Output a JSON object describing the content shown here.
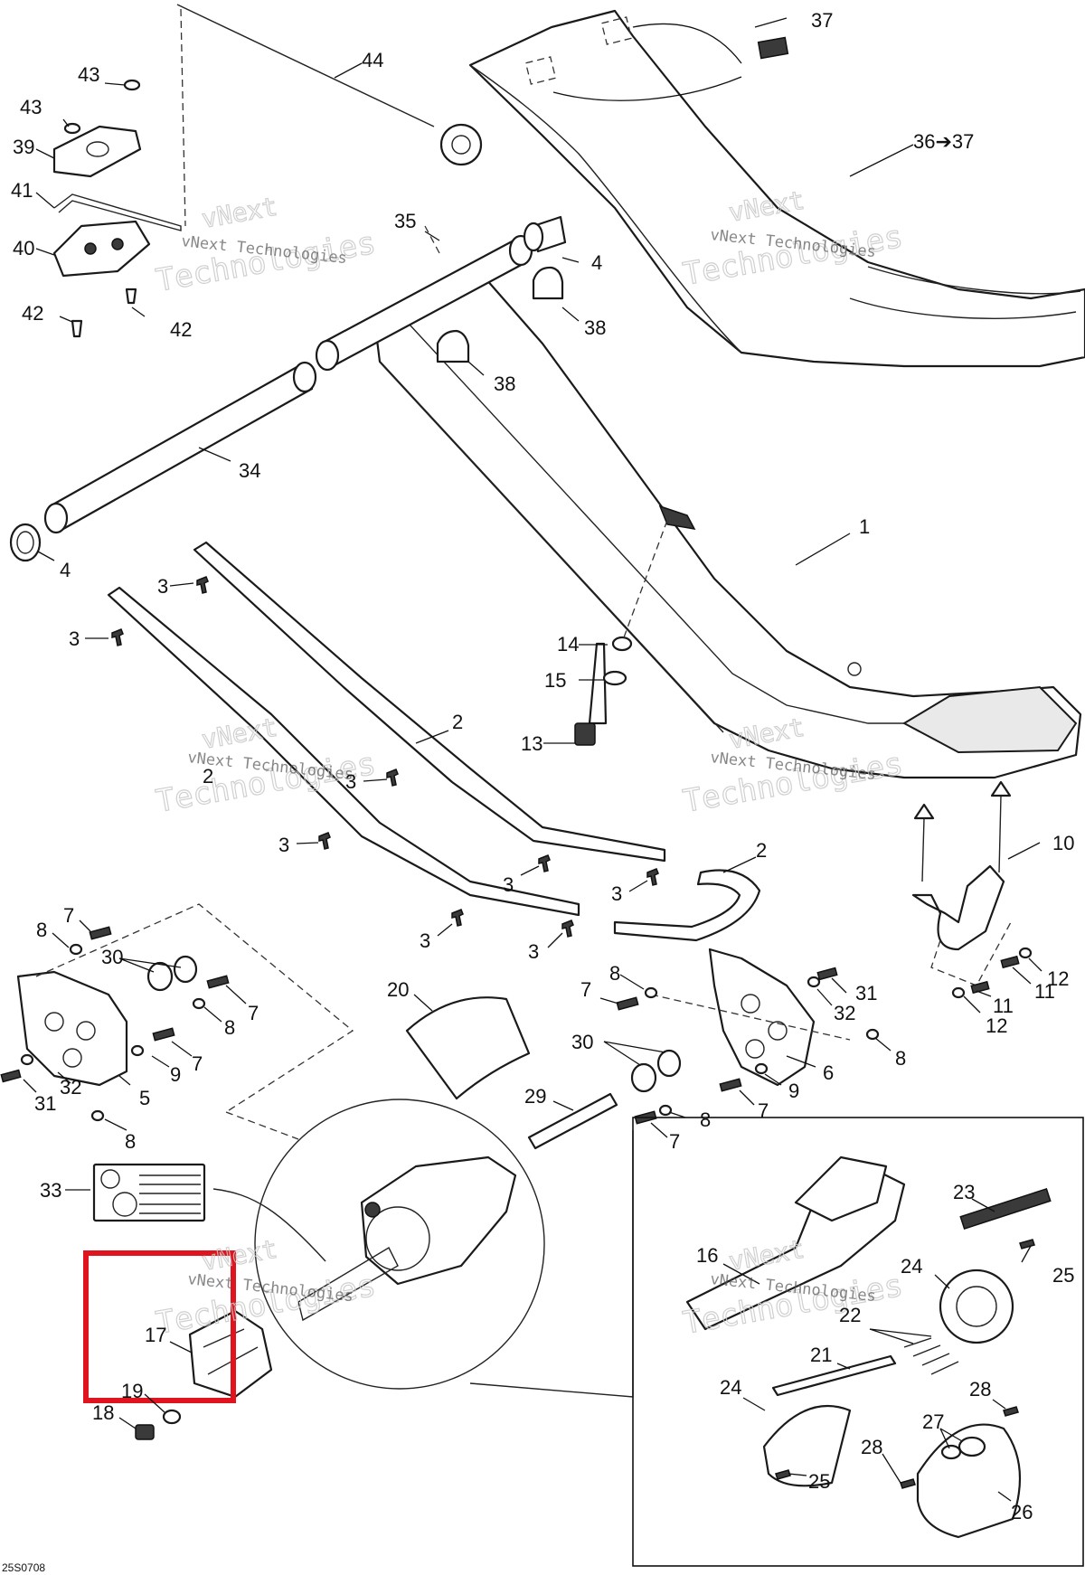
{
  "diagram_code": "25S0708",
  "watermark": {
    "line1": "vNext",
    "line2": "Technologies",
    "compact": "vNext Technologies"
  },
  "highlight": {
    "color": "#e0141e"
  },
  "callouts": {
    "c37": "37",
    "c36": "36➔37",
    "c44": "44",
    "c43a": "43",
    "c43b": "43",
    "c39": "39",
    "c41": "41",
    "c40": "40",
    "c42a": "42",
    "c42b": "42",
    "c35": "35",
    "c4a": "4",
    "c38a": "38",
    "c38b": "38",
    "c34": "34",
    "c4b": "4",
    "c1": "1",
    "c3a": "3",
    "c3b": "3",
    "c14": "14",
    "c15": "15",
    "c13": "13",
    "c2a": "2",
    "c2b": "2",
    "c3c": "3",
    "c3d": "3",
    "c3e": "3",
    "c3f": "3",
    "c2c": "2",
    "c10": "10",
    "c3g": "3",
    "c3h": "3",
    "c8a": "8",
    "c7a": "7",
    "c30a": "30",
    "c7b": "7",
    "c8b": "8",
    "c9a": "9",
    "c7c": "7",
    "c31a": "31",
    "c32a": "32",
    "c5": "5",
    "c8c": "8",
    "c20": "20",
    "c8d": "8",
    "c7d": "7",
    "c31b": "31",
    "c32b": "32",
    "c8e": "8",
    "c6": "6",
    "c30b": "30",
    "c9b": "9",
    "c7e": "7",
    "c29": "29",
    "c8f": "8",
    "c7f": "7",
    "c12a": "12",
    "c11a": "11",
    "c11b": "11",
    "c12b": "12",
    "c33": "33",
    "c23": "23",
    "c16": "16",
    "c24a": "24",
    "c25a": "25",
    "c22": "22",
    "c17": "17",
    "c21": "21",
    "c24b": "24",
    "c28a": "28",
    "c19": "19",
    "c18": "18",
    "c27": "27",
    "c28b": "28",
    "c25b": "25",
    "c26": "26"
  }
}
